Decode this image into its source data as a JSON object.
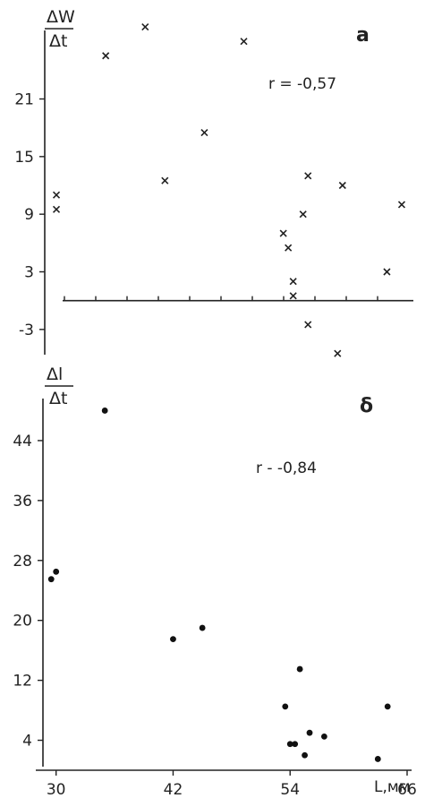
{
  "chart_data": [
    {
      "type": "scatter",
      "panel_label": "a",
      "ylabel_top": "ΔW",
      "ylabel_bottom": "Δt",
      "annotation": "r = -0,57",
      "ylim": [
        -6,
        30
      ],
      "yticks": [
        21,
        15,
        9,
        3,
        -3
      ],
      "xlim": [
        29,
        66
      ],
      "marker": "x",
      "x": [
        30,
        30,
        35,
        39,
        41,
        45,
        49,
        53,
        53.5,
        54,
        54,
        55,
        55.5,
        55.5,
        58.5,
        59,
        63.5,
        65
      ],
      "y": [
        11,
        9.5,
        25.5,
        28.5,
        12.5,
        17.5,
        27,
        7,
        5.5,
        2,
        0.5,
        9,
        13,
        -2.5,
        -5.5,
        12,
        3,
        10
      ]
    },
    {
      "type": "scatter",
      "panel_label": "δ",
      "ylabel_top": "Δl",
      "ylabel_bottom": "Δt",
      "annotation": "r - -0,84",
      "ylim": [
        0,
        52
      ],
      "yticks": [
        44,
        36,
        28,
        20,
        12,
        4
      ],
      "xlim": [
        27,
        66
      ],
      "xticks": [
        30,
        42,
        54,
        66
      ],
      "xlabel": "L,мм",
      "marker": "dot",
      "x": [
        29.5,
        30,
        35,
        42,
        45,
        53.5,
        54,
        54.5,
        55,
        55.5,
        56,
        57.5,
        63,
        64
      ],
      "y": [
        25.5,
        26.5,
        48,
        17.5,
        19,
        8.5,
        3.5,
        3.5,
        13.5,
        2,
        5,
        4.5,
        1.5,
        8.5
      ]
    }
  ]
}
